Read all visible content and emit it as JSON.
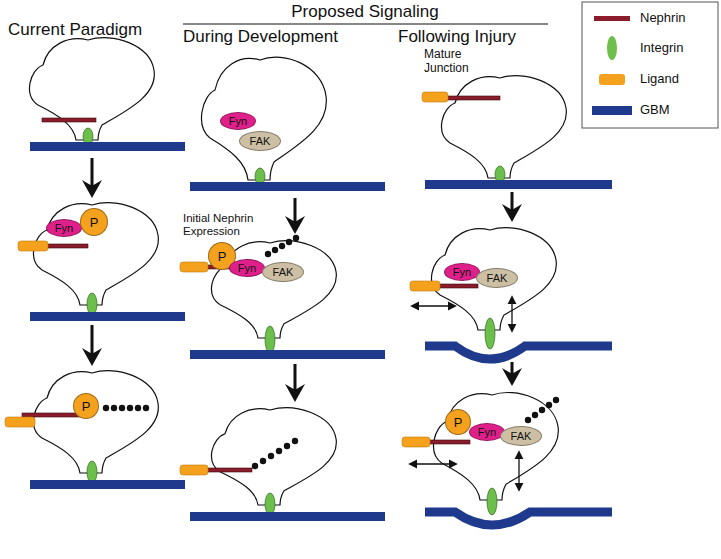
{
  "diagram": {
    "nodes": [
      {
        "text": [
          "Fyn"
        ]
      },
      {
        "text": [
          "FAK"
        ]
      },
      {
        "text": [
          "Fyn"
        ]
      },
      {
        "text": [
          "P"
        ]
      },
      {
        "text": [
          "P"
        ]
      },
      {
        "text": [
          "Fyn"
        ]
      },
      {
        "text": [
          "FAK"
        ]
      },
      {
        "text": [
          "Fyn"
        ]
      },
      {
        "text": [
          "FAK"
        ]
      },
      {
        "text": [
          "P"
        ]
      },
      {
        "text": [
          "P"
        ]
      },
      {
        "text": [
          "Fyn"
        ]
      },
      {
        "text": [
          "FAK"
        ]
      }
    ],
    "labels": [
      "Proposed Signaling",
      "Current Paradigm",
      "During Development",
      "Following Injury",
      "Mature Junction",
      "Initial Nephrin Expression"
    ],
    "legend": [
      {
        "text": "Nephrin",
        "color": "#8b1c2c"
      },
      {
        "text": "Integrin",
        "color": "#6cbf4a"
      },
      {
        "text": "Ligand",
        "color": "#f4a21e"
      },
      {
        "text": "GBM",
        "color": "#1f3a8c"
      }
    ]
  }
}
